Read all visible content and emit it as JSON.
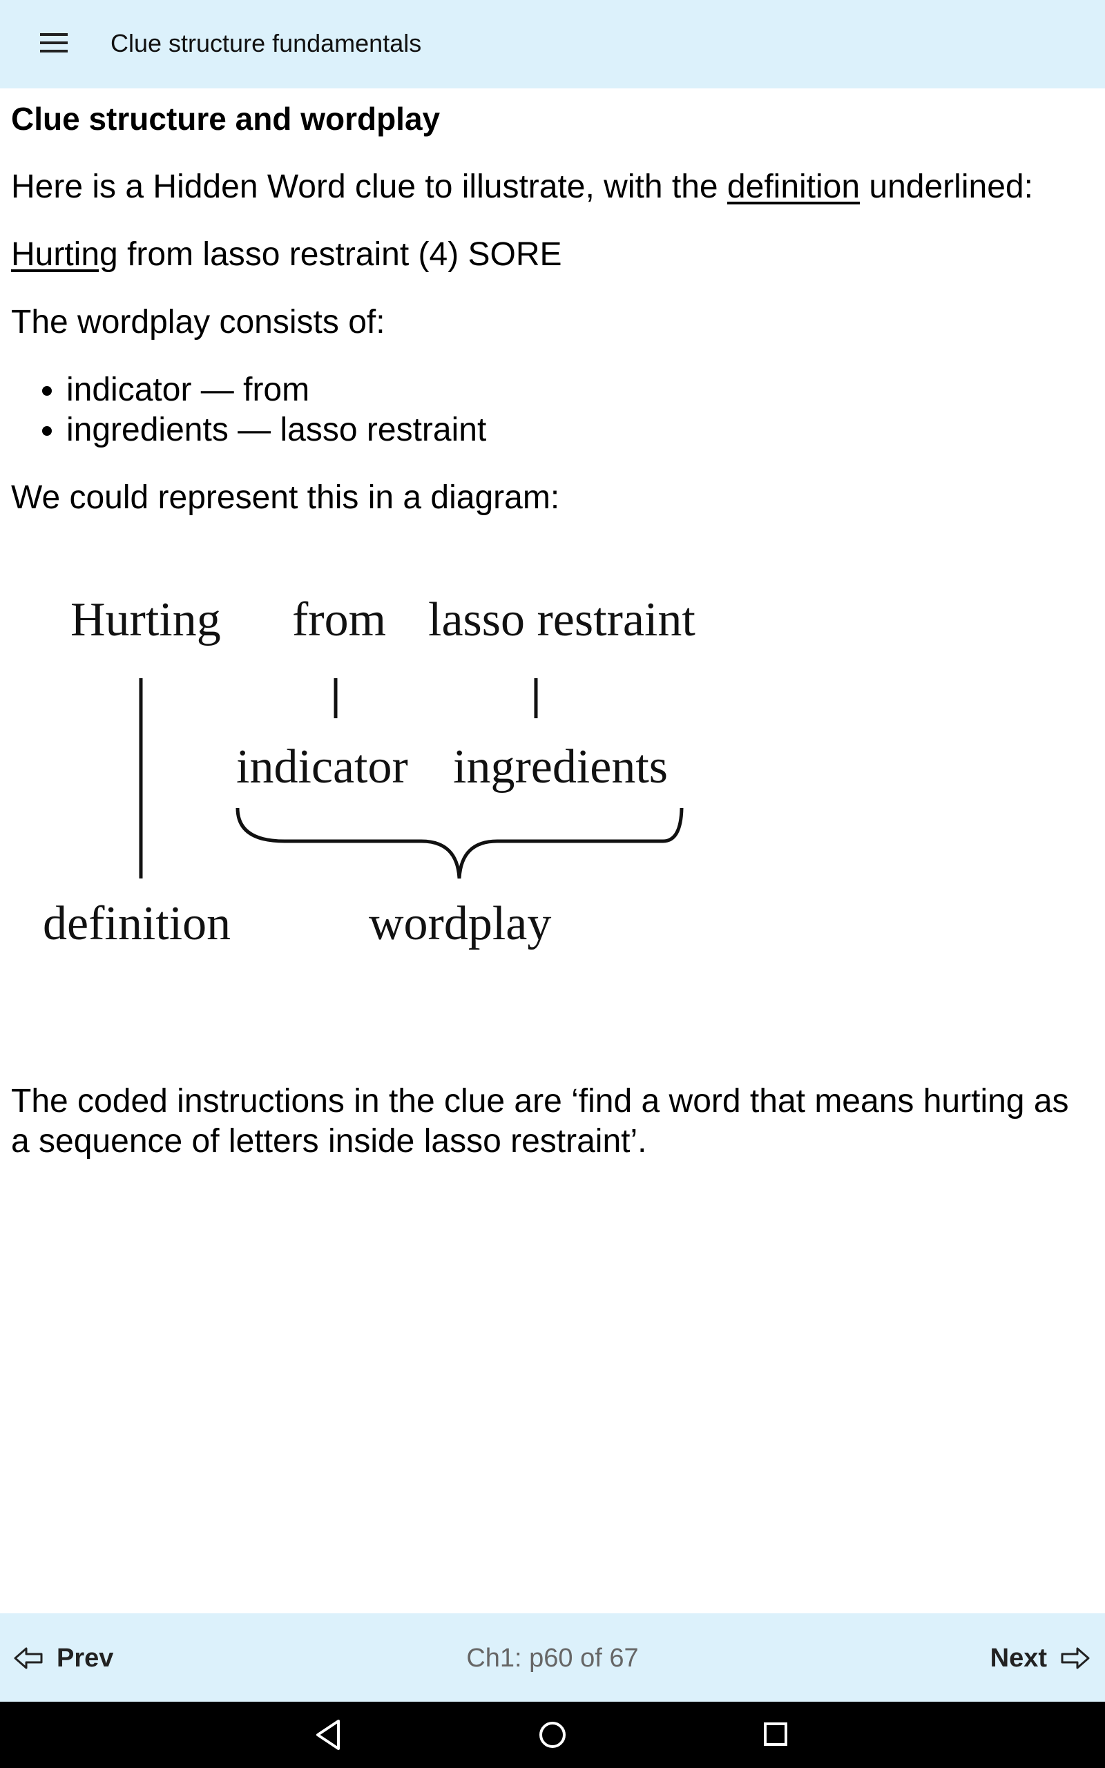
{
  "app_bar": {
    "title": "Clue structure fundamentals",
    "menu_icon": "hamburger-menu-icon"
  },
  "content": {
    "heading": "Clue structure and wordplay",
    "intro_before": "Here is a Hidden Word clue to illustrate, with the ",
    "intro_link": "definition",
    "intro_after": " underlined:",
    "clue_definition": "Hurting",
    "clue_rest": " from lasso restraint (4) SORE",
    "wordplay_intro": "The wordplay consists of:",
    "wordplay_items": [
      "indicator — from",
      "ingredients — lasso restraint"
    ],
    "diagram_intro": "We could represent this in a diagram:",
    "closing": "The coded instructions in the clue are ‘find a word that means hurting as a sequence of letters inside lasso restraint’."
  },
  "diagram": {
    "clue_words": [
      "Hurting",
      "from",
      "lasso restraint"
    ],
    "middle_labels": [
      "indicator",
      "ingredients"
    ],
    "bottom_labels": [
      "definition",
      "wordplay"
    ]
  },
  "bottom_bar": {
    "prev_label": "Prev",
    "next_label": "Next",
    "page_indicator": "Ch1: p60 of 67",
    "prev_icon": "arrow-left-icon",
    "next_icon": "arrow-right-icon"
  },
  "system_nav": {
    "back_icon": "back-triangle-icon",
    "home_icon": "home-circle-icon",
    "recents_icon": "recents-square-icon"
  }
}
